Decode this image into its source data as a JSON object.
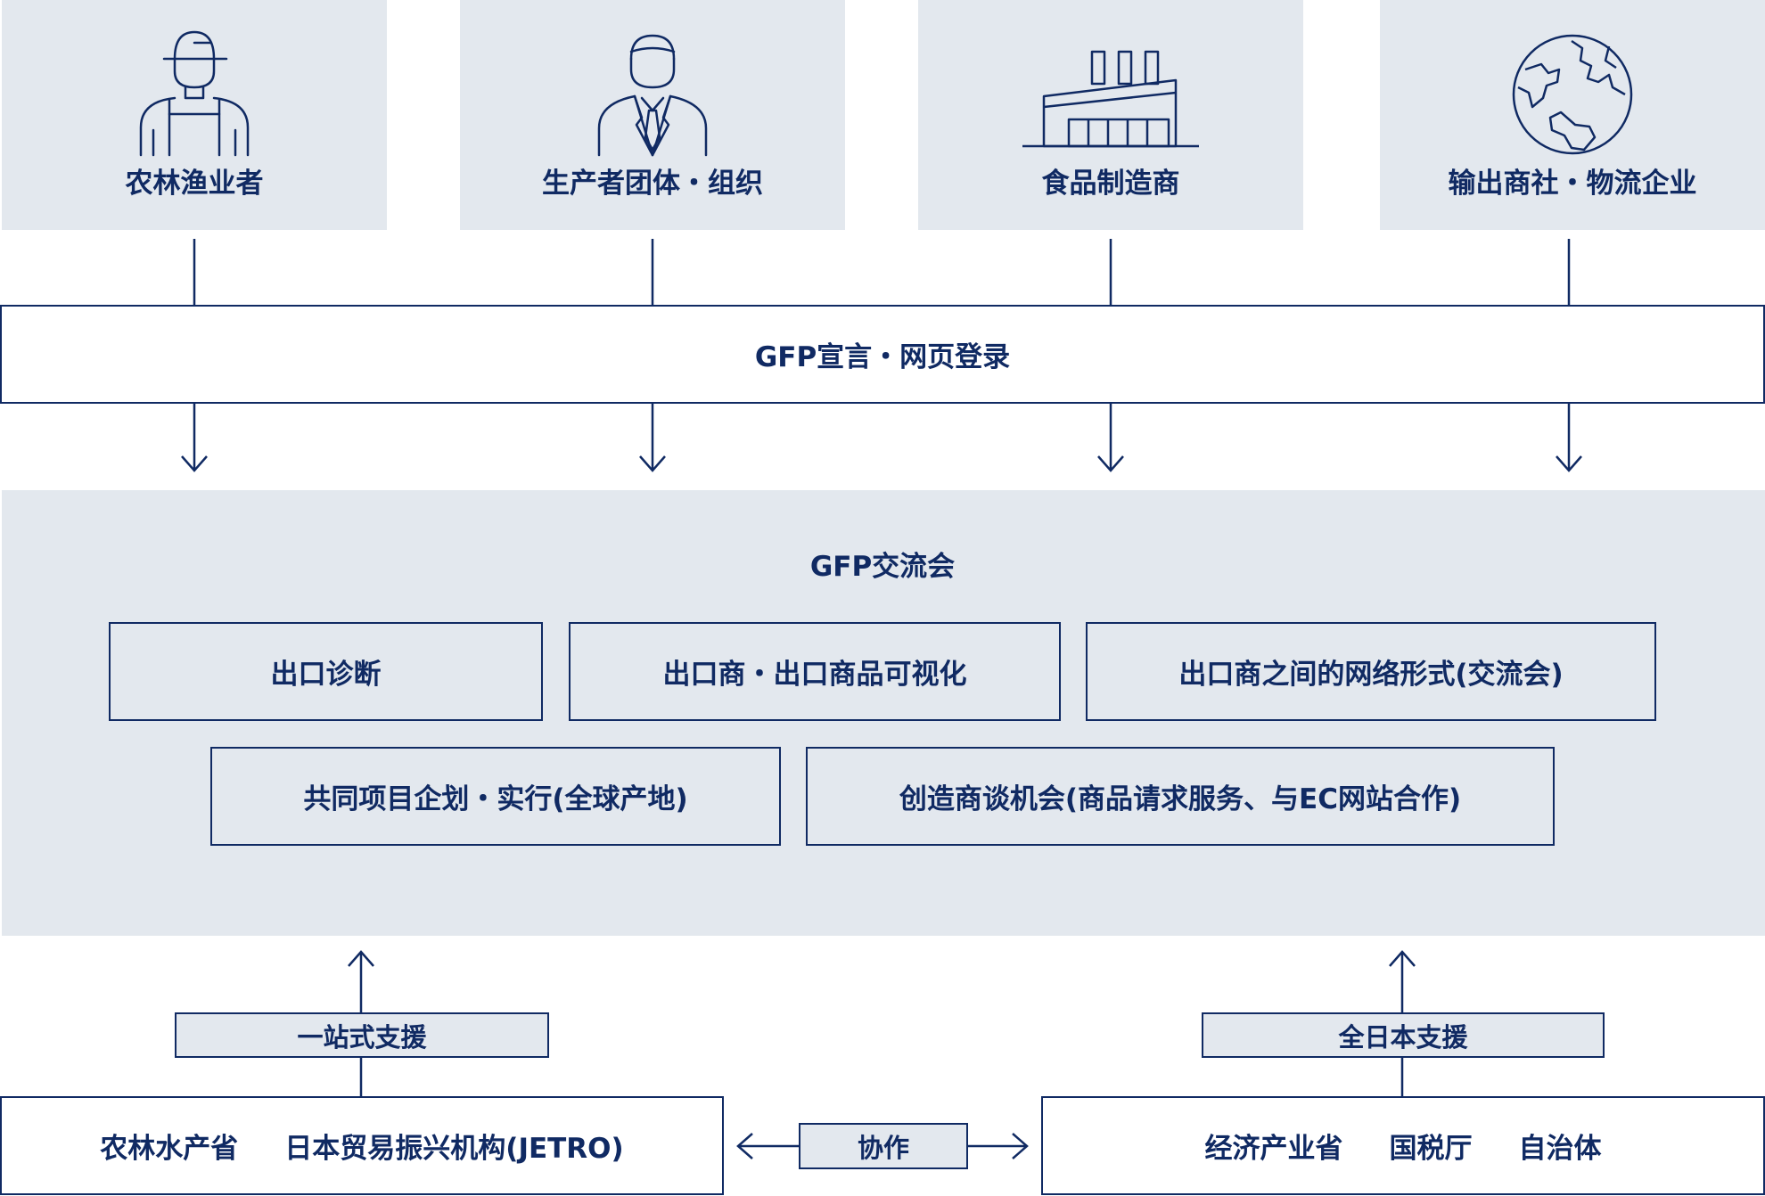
{
  "participants": [
    {
      "label": "农林渔业者",
      "icon": "farmer-icon"
    },
    {
      "label": "生产者团体・组织",
      "icon": "businessman-icon"
    },
    {
      "label": "食品制造商",
      "icon": "factory-icon"
    },
    {
      "label": "输出商社・物流企业",
      "icon": "globe-icon"
    }
  ],
  "registration": {
    "label": "GFP宣言・网页登录"
  },
  "exchange": {
    "title": "GFP交流会",
    "items": [
      "出口诊断",
      "出口商・出口商品可视化",
      "出口商之间的网络形式(交流会)",
      "共同项目企划・实行(全球产地)",
      "创造商谈机会(商品请求服务、与EC网站合作)"
    ]
  },
  "support": {
    "left_label": "一站式支援",
    "right_label": "全日本支援",
    "cooperation_label": "协作"
  },
  "organizations": {
    "left": [
      "农林水产省",
      "日本贸易振兴机构(JETRO)"
    ],
    "right": [
      "经济产业省",
      "国税厅",
      "自治体"
    ]
  },
  "colors": {
    "navy": "#102a63",
    "panel_gray": "#e3e8ee"
  }
}
